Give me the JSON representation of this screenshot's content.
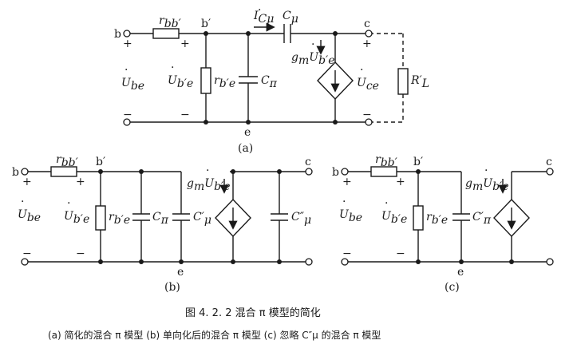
{
  "figure": {
    "caption_title": "图 4. 2. 2   混合 π 模型的简化",
    "caption_sub": "(a) 简化的混合 π 模型  (b) 单向化后的混合 π 模型  (c) 忽略 C″μ 的混合 π 模型"
  },
  "nodes": {
    "b": "b",
    "bp": "b′",
    "c": "c",
    "e": "e"
  },
  "signs": {
    "plus": "+",
    "minus": "−"
  },
  "labels": {
    "rbb": "r",
    "rbb_sub": "bb′",
    "rbe": "r",
    "rbe_sub": "b′e",
    "Ube": "U",
    "Ube_sub": "be",
    "Ubpe": "U",
    "Ubpe_sub": "b′e",
    "Cpi": "C",
    "Cpi_sub": "π",
    "Cmu": "C",
    "Cmu_sub": "μ",
    "Cmu_p": "C′",
    "Cmu_pp": "C″",
    "Cpi_p": "C′",
    "IC": "I",
    "IC_sub": "Cμ",
    "gm": "g",
    "gm_sub": "m",
    "Uce": "U",
    "Uce_sub": "ce",
    "RL": "R′",
    "RL_sub": "L",
    "dot_accent": "·"
  },
  "panels": {
    "a": "(a)",
    "b": "(b)",
    "c": "(c)"
  }
}
